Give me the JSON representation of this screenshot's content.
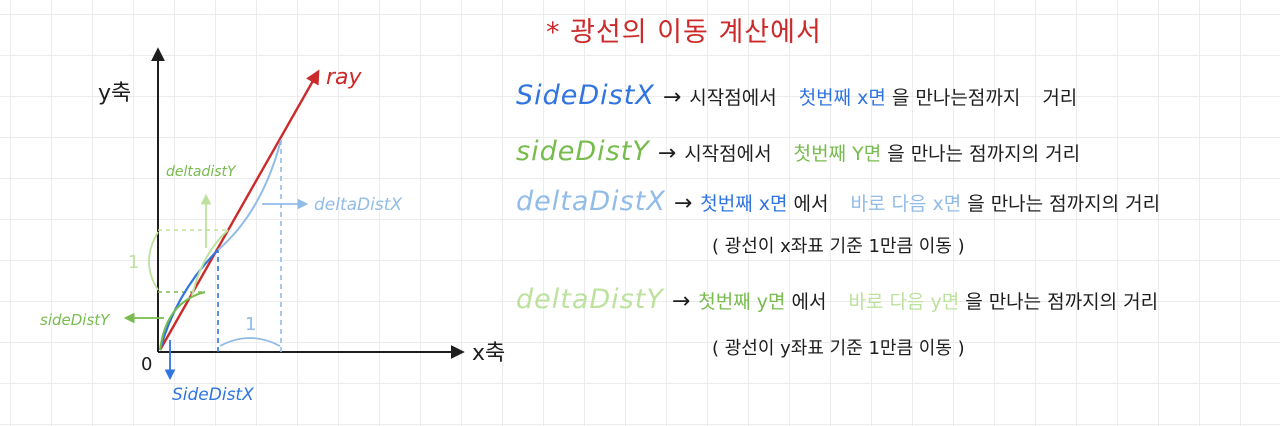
{
  "diagram": {
    "axis_y_label": "y축",
    "axis_x_label": "x축",
    "origin_label": "0",
    "ray_label": "ray",
    "label_sidedist_x": "SideDistX",
    "label_sidedist_y": "sideDistY",
    "label_deltadist_x": "deltaDistX",
    "label_deltadist_y": "deltadistY",
    "label_unit_y": "1",
    "label_unit_x": "1",
    "colors": {
      "red": "#cc2a2a",
      "blue": "#2f74e0",
      "green": "#78bb4e",
      "light_blue": "#92bce8",
      "light_green": "#bde29e",
      "dark": "#1e1e1e"
    }
  },
  "notes": {
    "title": "* 광선의 이동 계산에서",
    "rows": [
      {
        "term": "SideDistX",
        "arrow": "→",
        "p1": "시작점에서",
        "p2": "첫번째 x면",
        "p3": "을 만나는점까지",
        "p4": "거리"
      },
      {
        "term": "sideDistY",
        "arrow": "→",
        "p1": "시작점에서",
        "p2": "첫번째 Y면",
        "p3": "을 만나는 점까지의 거리"
      },
      {
        "term": "deltaDistX",
        "arrow": "→",
        "p1": "첫번째 x면",
        "p2": "에서",
        "p3": "바로 다음 x면",
        "p4": "을 만나는 점까지의 거리",
        "sub": "( 광선이  x좌표 기준  1만큼 이동 )"
      },
      {
        "term": "deltaDistY",
        "arrow": "→",
        "p1": "첫번째 y면",
        "p2": "에서",
        "p3": "바로 다음 y면",
        "p4": "을 만나는 점까지의 거리",
        "sub": "( 광선이  y좌표  기준  1만큼 이동 )"
      }
    ]
  }
}
